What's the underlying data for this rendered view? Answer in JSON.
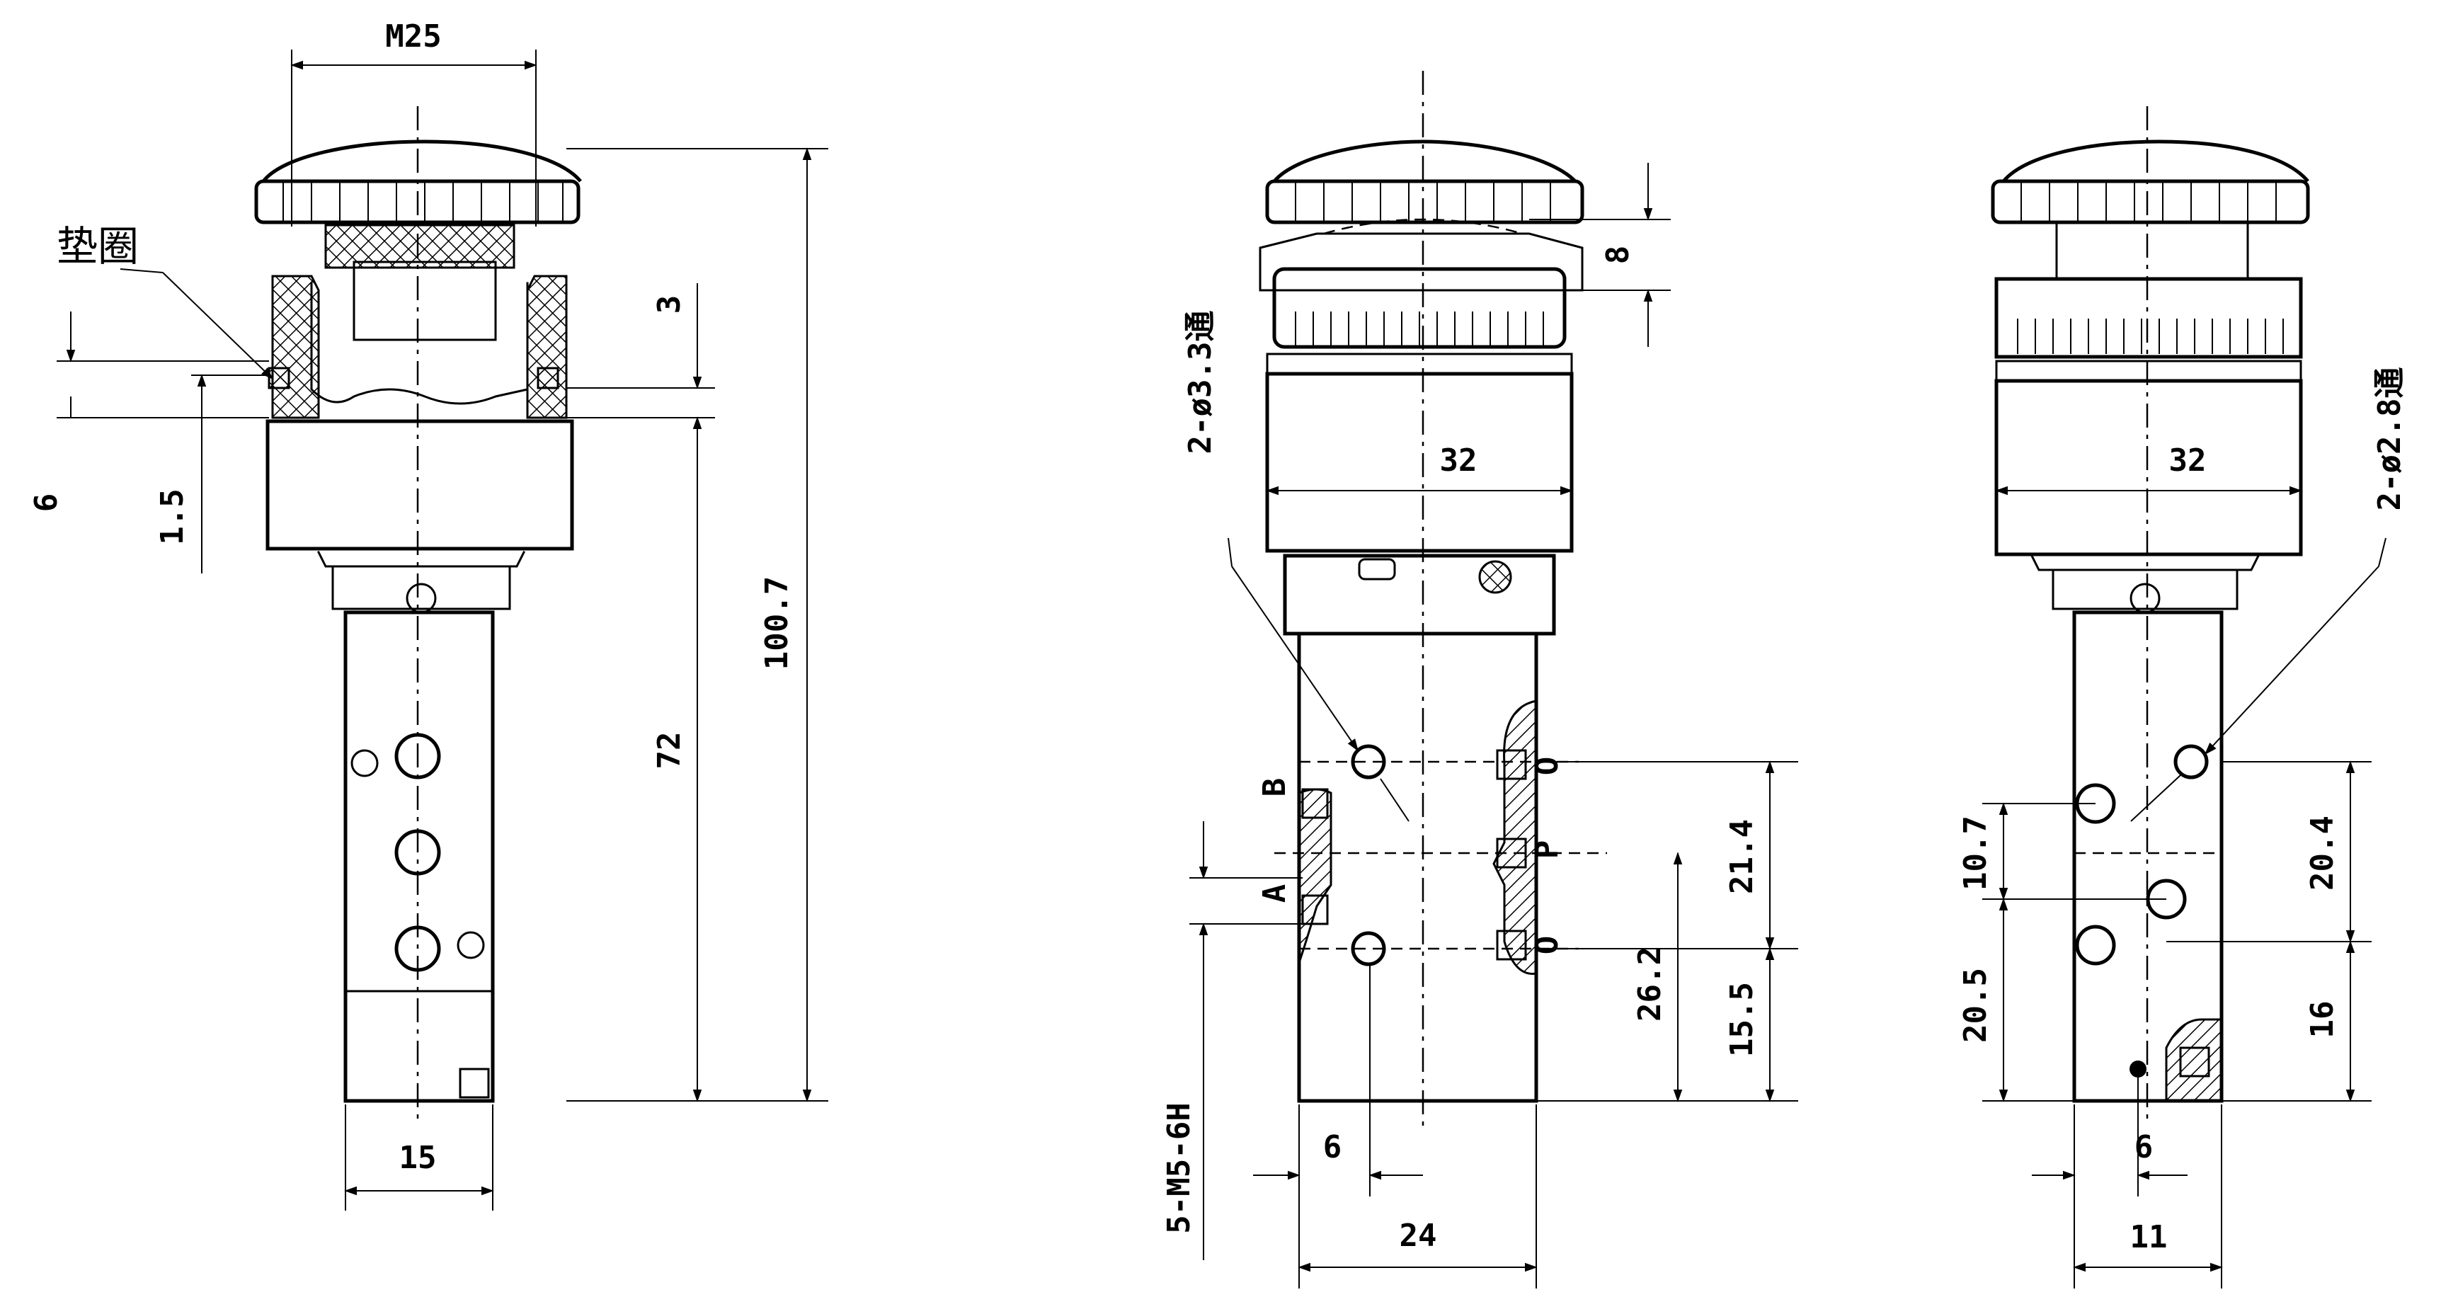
{
  "label_gasket": "垫圈",
  "left_view": {
    "dims": {
      "m25": "M25",
      "d6": "6",
      "d1_5": "1.5",
      "d3": "3",
      "d100_7": "100.7",
      "d72": "72",
      "d15": "15"
    }
  },
  "middle_view": {
    "dims": {
      "d8": "8",
      "hole": "2-ø3.3通",
      "d32": "32",
      "port_b": "B",
      "port_a": "A",
      "port_o_top": "O",
      "port_p": "P",
      "port_o_bot": "O",
      "d21_4": "21.4",
      "d26_2": "26.2",
      "d15_5": "15.5",
      "thread": "5-M5-6H",
      "d6": "6",
      "d24": "24"
    }
  },
  "right_view": {
    "dims": {
      "d32": "32",
      "hole": "2-ø2.8通",
      "d10_7": "10.7",
      "d20_4": "20.4",
      "d20_5": "20.5",
      "d16": "16",
      "d6": "6",
      "d11": "11"
    }
  }
}
